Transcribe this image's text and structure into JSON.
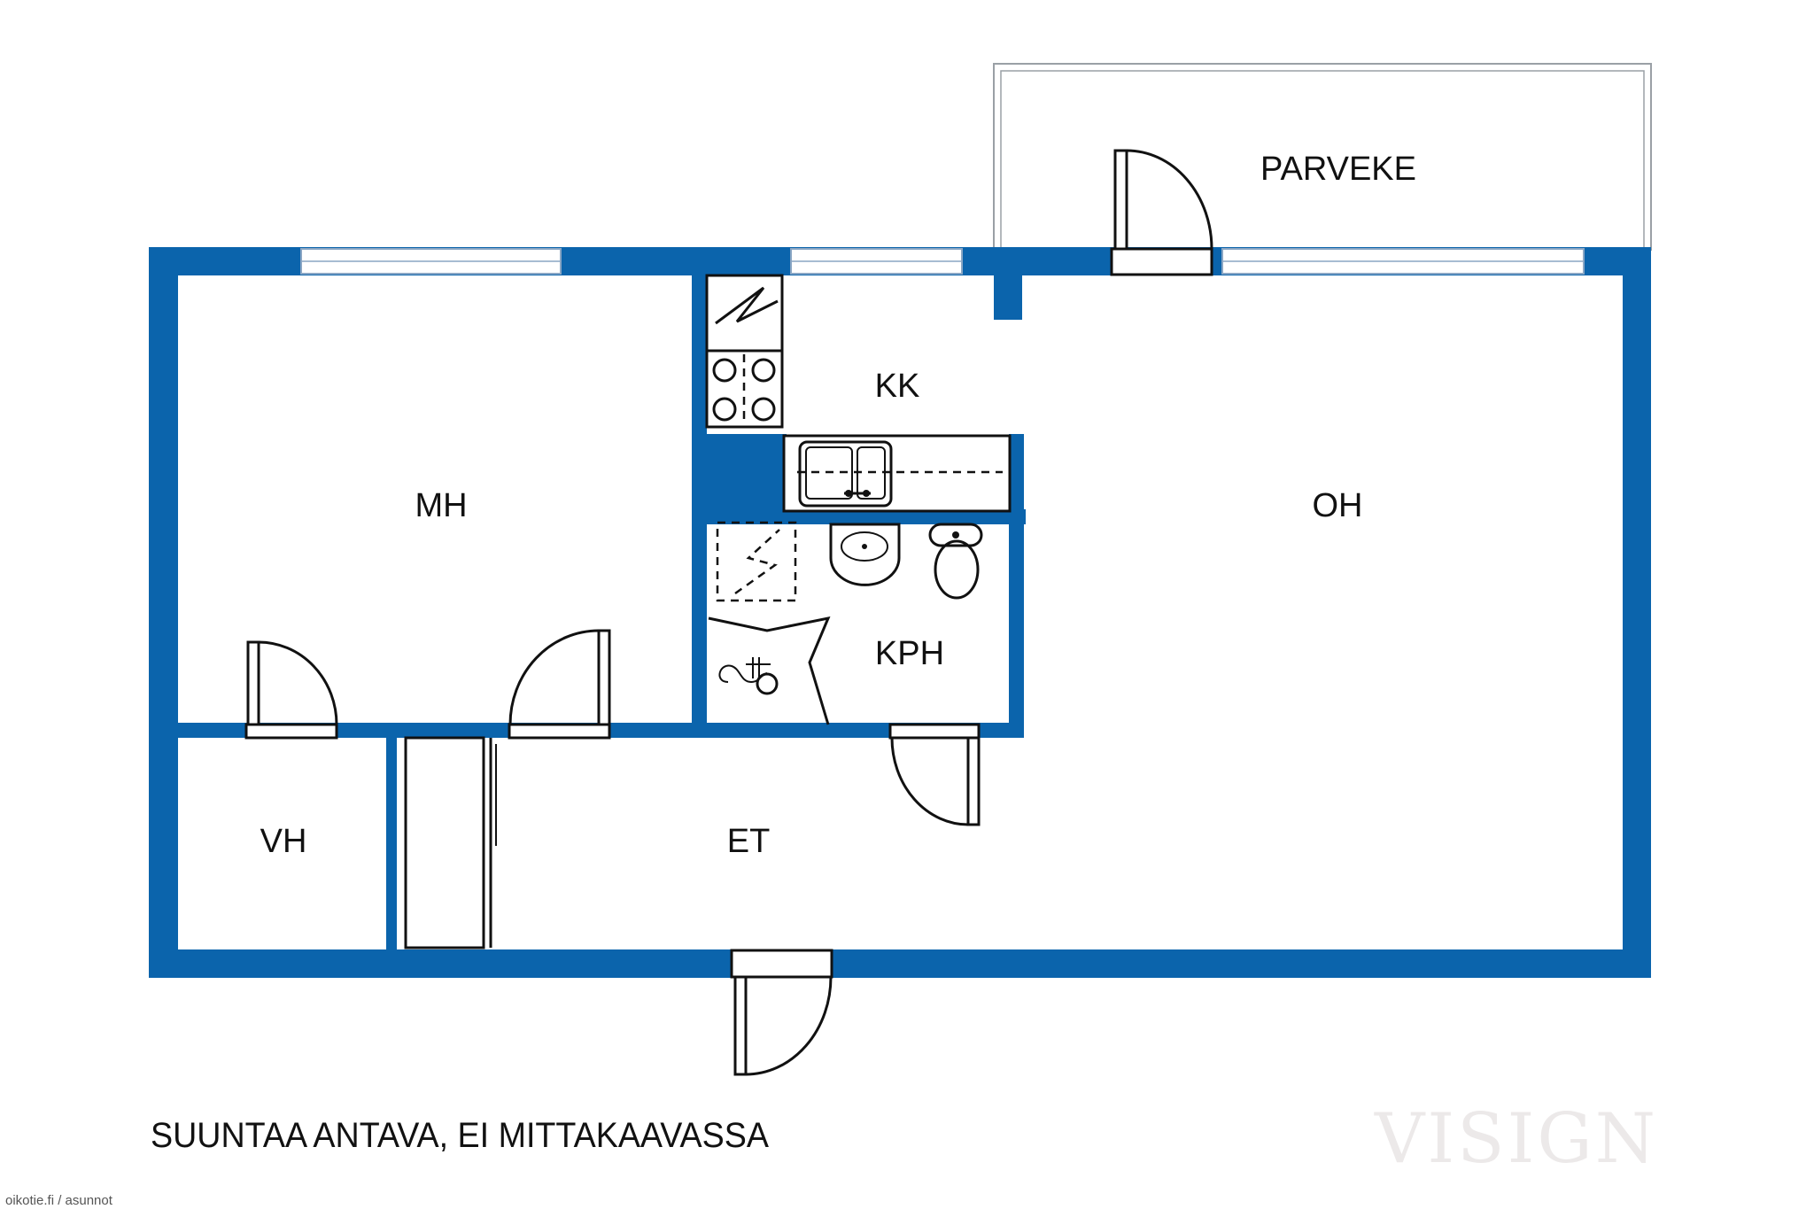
{
  "rooms": {
    "balcony": "PARVEKE",
    "kitchen": "KK",
    "bedroom": "MH",
    "living": "OH",
    "bathroom": "KPH",
    "closet": "VH",
    "hall": "ET"
  },
  "caption": "SUUNTAA ANTAVA, EI MITTAKAAVASSA",
  "watermark": "VISIGN",
  "credit": "oikotie.fi / asunnot",
  "colors": {
    "wall": "#0b64ac"
  }
}
